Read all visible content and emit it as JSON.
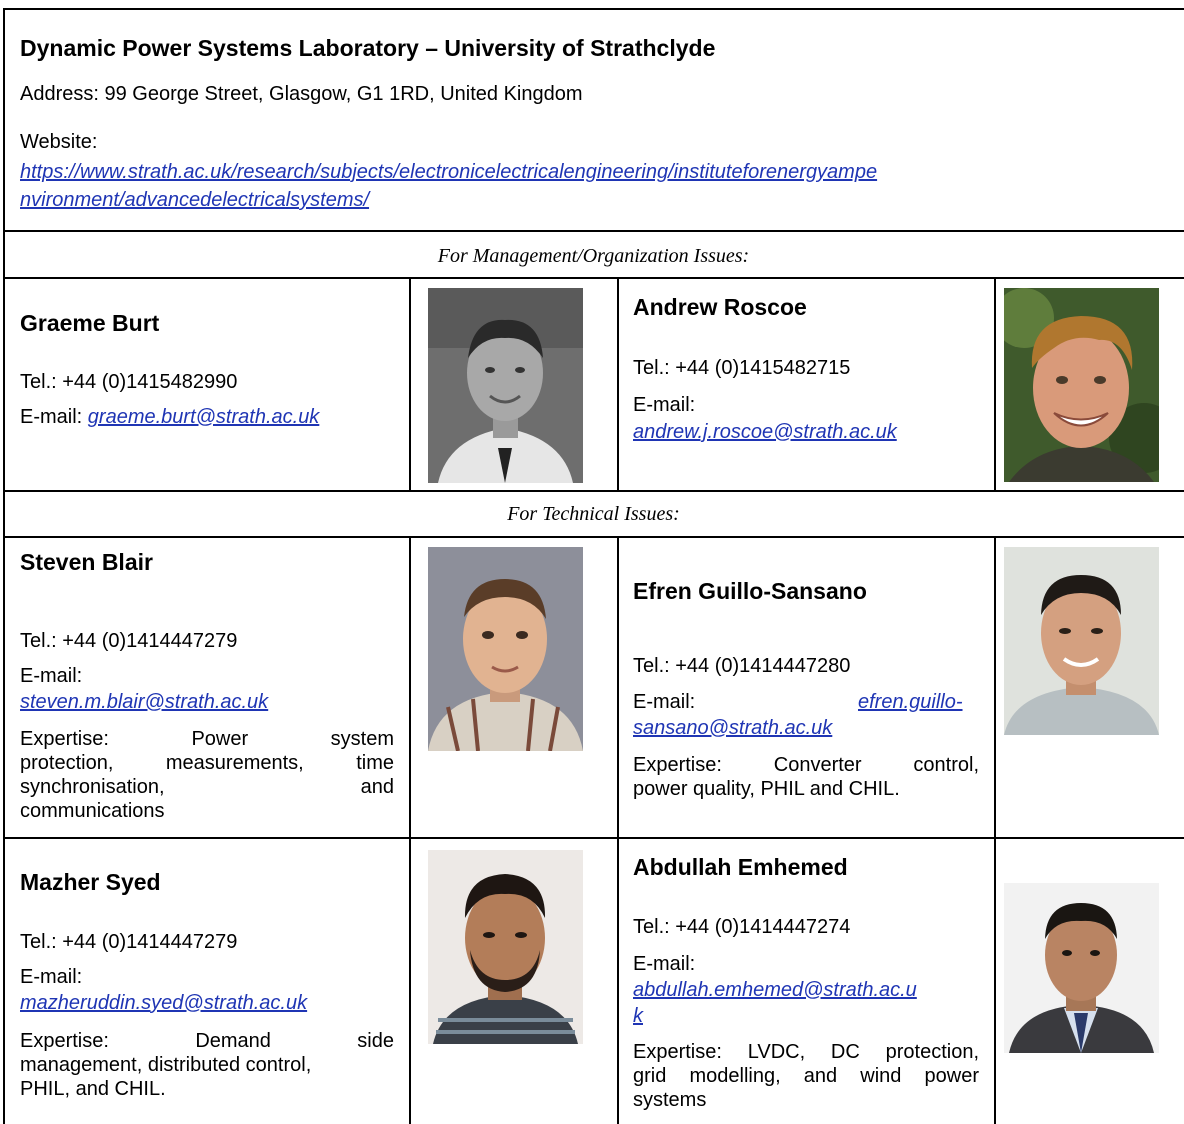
{
  "header": {
    "title": "Dynamic Power Systems Laboratory – University of Strathclyde",
    "address": "Address: 99 George Street, Glasgow, G1 1RD, United Kingdom",
    "website_label": "Website:",
    "website_line1": "https://www.strath.ac.uk/research/subjects/electronicelectricalengineering/instituteforenergyampe",
    "website_line2": "nvironment/advancedelectricalsystems/"
  },
  "sections": {
    "management": "For Management/Organization Issues:",
    "technical": "For Technical Issues:"
  },
  "contacts": {
    "burt": {
      "name": "Graeme Burt",
      "tel": "Tel.: +44 (0)1415482990",
      "email_label": "E-mail: ",
      "email": "graeme.burt@strath.ac.uk"
    },
    "roscoe": {
      "name": "Andrew Roscoe",
      "tel": "Tel.: +44 (0)1415482715",
      "email_label": "E-mail:",
      "email": "andrew.j.roscoe@strath.ac.uk"
    },
    "blair": {
      "name": "Steven Blair",
      "tel": "Tel.: +44 (0)1414447279",
      "email_label": "E-mail:",
      "email": "steven.m.blair@strath.ac.uk",
      "expertise_line1": "Expertise: Power system",
      "expertise_line2": "protection, measurements, time",
      "expertise_line3": "synchronisation, and",
      "expertise_line4": "communications"
    },
    "guillo": {
      "name": "Efren Guillo-Sansano",
      "tel": "Tel.: +44 (0)1414447280",
      "email_label": "E-mail:",
      "email_line1": "efren.guillo-",
      "email_line2": "sansano@strath.ac.uk",
      "expertise_line1": "Expertise: Converter control,",
      "expertise_line2": "power quality, PHIL and CHIL."
    },
    "syed": {
      "name": "Mazher Syed",
      "tel": "Tel.: +44 (0)1414447279",
      "email_label": "E-mail:",
      "email": "mazheruddin.syed@strath.ac.uk",
      "expertise_line1": "Expertise: Demand side",
      "expertise_line2": "management, distributed control,",
      "expertise_line3": "PHIL, and CHIL."
    },
    "emhemed": {
      "name": "Abdullah Emhemed",
      "tel": "Tel.: +44 (0)1414447274",
      "email_label": "E-mail:",
      "email_line1": "abdullah.emhemed@strath.ac.u",
      "email_line2": "k",
      "expertise_line1": "Expertise: LVDC, DC protection,",
      "expertise_line2": "grid modelling, and wind power",
      "expertise_line3": "systems"
    }
  }
}
